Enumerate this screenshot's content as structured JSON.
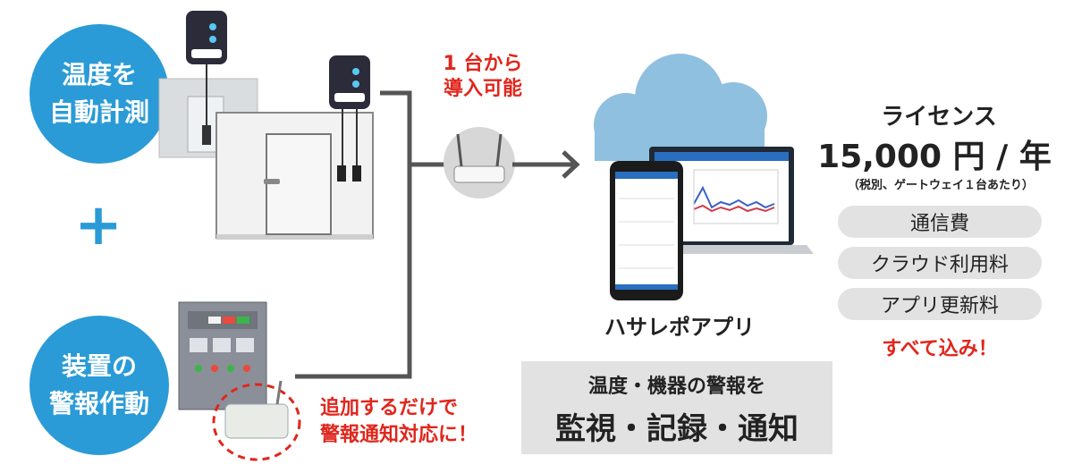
{
  "left": {
    "top_circle_label": "温度を\n自動計測",
    "plus_sign": "+",
    "bottom_circle_label": "装置の\n警報作動"
  },
  "gateway_note": {
    "line1": "1 台から",
    "line2": "導入可能"
  },
  "add_note": {
    "line1": "追加するだけで",
    "line2": "警報通知対応に！"
  },
  "app": {
    "name": "ハサレポアプリ"
  },
  "feature_box": {
    "line1": "温度・機器の警報を",
    "line2": "監視・記録・通知"
  },
  "license": {
    "title": "ライセンス",
    "price": "15,000 円 / 年",
    "note": "（税別、ゲートウェイ１台あたり）",
    "items": [
      "通信費",
      "クラウド利用料",
      "アプリ更新料"
    ],
    "footer": "すべて込み！"
  },
  "colors": {
    "accent_blue": "#2a9bd6",
    "accent_red": "#e0261c",
    "connector_gray": "#555555"
  }
}
